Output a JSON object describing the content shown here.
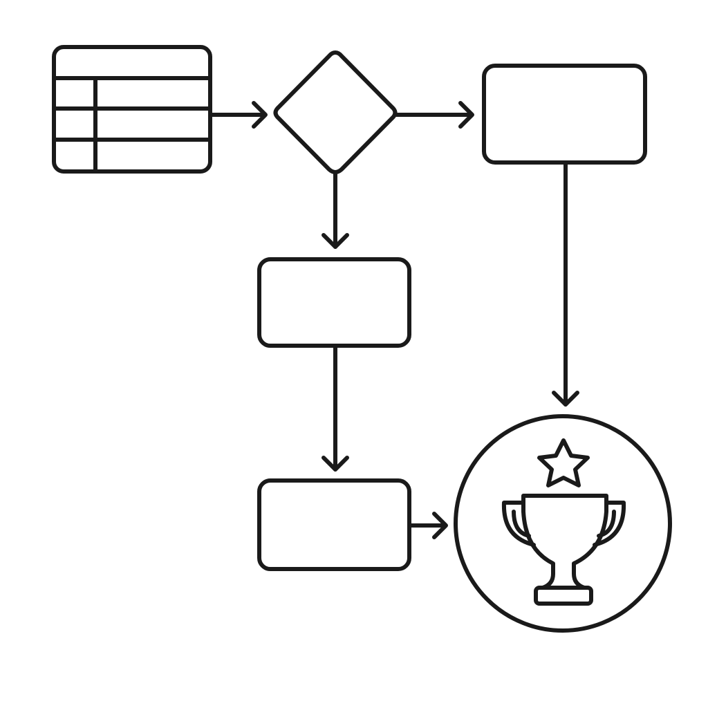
{
  "diagram": {
    "stroke_color": "#1a1a1a",
    "background_color": "#ffffff",
    "nodes": [
      {
        "id": "table",
        "icon": "table-icon"
      },
      {
        "id": "decision",
        "icon": "diamond-decision"
      },
      {
        "id": "process-right",
        "icon": "process-box"
      },
      {
        "id": "process-middle",
        "icon": "process-box"
      },
      {
        "id": "process-bottom",
        "icon": "process-box"
      },
      {
        "id": "goal",
        "icon": "trophy-star-icon"
      }
    ],
    "edges": [
      {
        "from": "table",
        "to": "decision"
      },
      {
        "from": "decision",
        "to": "process-right"
      },
      {
        "from": "decision",
        "to": "process-middle"
      },
      {
        "from": "process-right",
        "to": "goal"
      },
      {
        "from": "process-middle",
        "to": "process-bottom"
      },
      {
        "from": "process-bottom",
        "to": "goal"
      }
    ]
  }
}
